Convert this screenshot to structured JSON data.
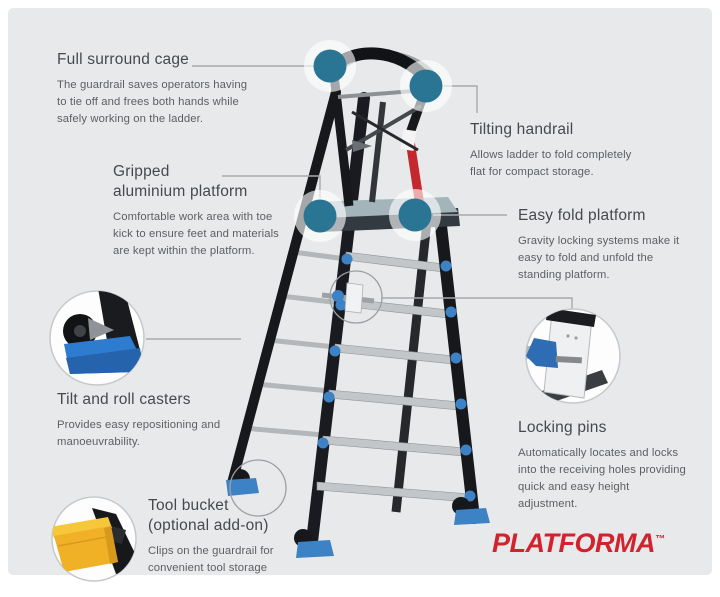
{
  "brand": {
    "name": "PLATFORMA",
    "tm": "™",
    "color": "#d2232c"
  },
  "callouts": {
    "cage": {
      "title": "Full surround cage",
      "body": "The guardrail saves operators having to tie off and frees both hands while safely working on the ladder."
    },
    "handrail": {
      "title": "Tilting handrail",
      "body": "Allows ladder to fold completely flat for compact storage."
    },
    "platform": {
      "title_line1": "Gripped",
      "title_line2": "aluminium platform",
      "body": "Comfortable work area with toe kick to ensure feet and materials are kept within the platform."
    },
    "fold": {
      "title": "Easy fold platform",
      "body": "Gravity locking systems make it easy to fold and unfold the standing platform."
    },
    "casters": {
      "title": "Tilt and roll casters",
      "body": "Provides easy repositioning and manoeuvrability."
    },
    "pins": {
      "title": "Locking pins",
      "body": "Automatically locates and locks into the receiving holes providing quick and easy height adjustment."
    },
    "bucket": {
      "title_line1": "Tool bucket",
      "title_line2": "(optional add-on)",
      "body": "Clips on the guardrail for convenient tool storage"
    }
  },
  "colors": {
    "background": "#e8e9eb",
    "marker_teal": "#2b7594",
    "accent_blue": "#3d82c4",
    "rail_black": "#17181c",
    "bucket_yellow": "#f0b127",
    "connector_gray": "#a6aaad",
    "brand_red": "#d2232c"
  }
}
